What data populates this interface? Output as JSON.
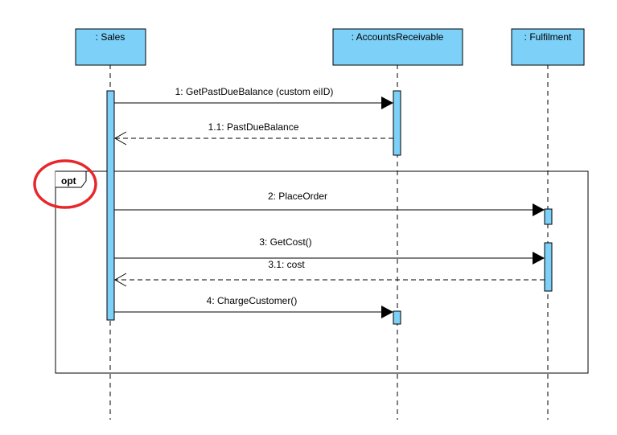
{
  "colors": {
    "lifeline_head_fill": "#7DD0F7",
    "activation_fill": "#7DD0F7",
    "stroke": "#000000",
    "highlight_circle": "#E8262B",
    "background": "#FFFFFF"
  },
  "lifelines": [
    {
      "id": "sales",
      "label": ": Sales"
    },
    {
      "id": "ar",
      "label": ": AccountsReceivable"
    },
    {
      "id": "fulfilment",
      "label": ": Fulfilment"
    }
  ],
  "fragment": {
    "operator": "opt"
  },
  "messages": [
    {
      "id": "m1",
      "number": "1",
      "label": "1: GetPastDueBalance (custom eiID)",
      "from": "sales",
      "to": "ar",
      "kind": "sync"
    },
    {
      "id": "m11",
      "number": "1.1",
      "label": "1.1: PastDueBalance",
      "from": "ar",
      "to": "sales",
      "kind": "return"
    },
    {
      "id": "m2",
      "number": "2",
      "label": "2: PlaceOrder",
      "from": "sales",
      "to": "fulfilment",
      "kind": "sync"
    },
    {
      "id": "m3",
      "number": "3",
      "label": "3: GetCost()",
      "from": "sales",
      "to": "fulfilment",
      "kind": "sync"
    },
    {
      "id": "m31",
      "number": "3.1",
      "label": "3.1: cost",
      "from": "fulfilment",
      "to": "sales",
      "kind": "return"
    },
    {
      "id": "m4",
      "number": "4",
      "label": "4: ChargeCustomer()",
      "from": "sales",
      "to": "ar",
      "kind": "sync"
    }
  ]
}
